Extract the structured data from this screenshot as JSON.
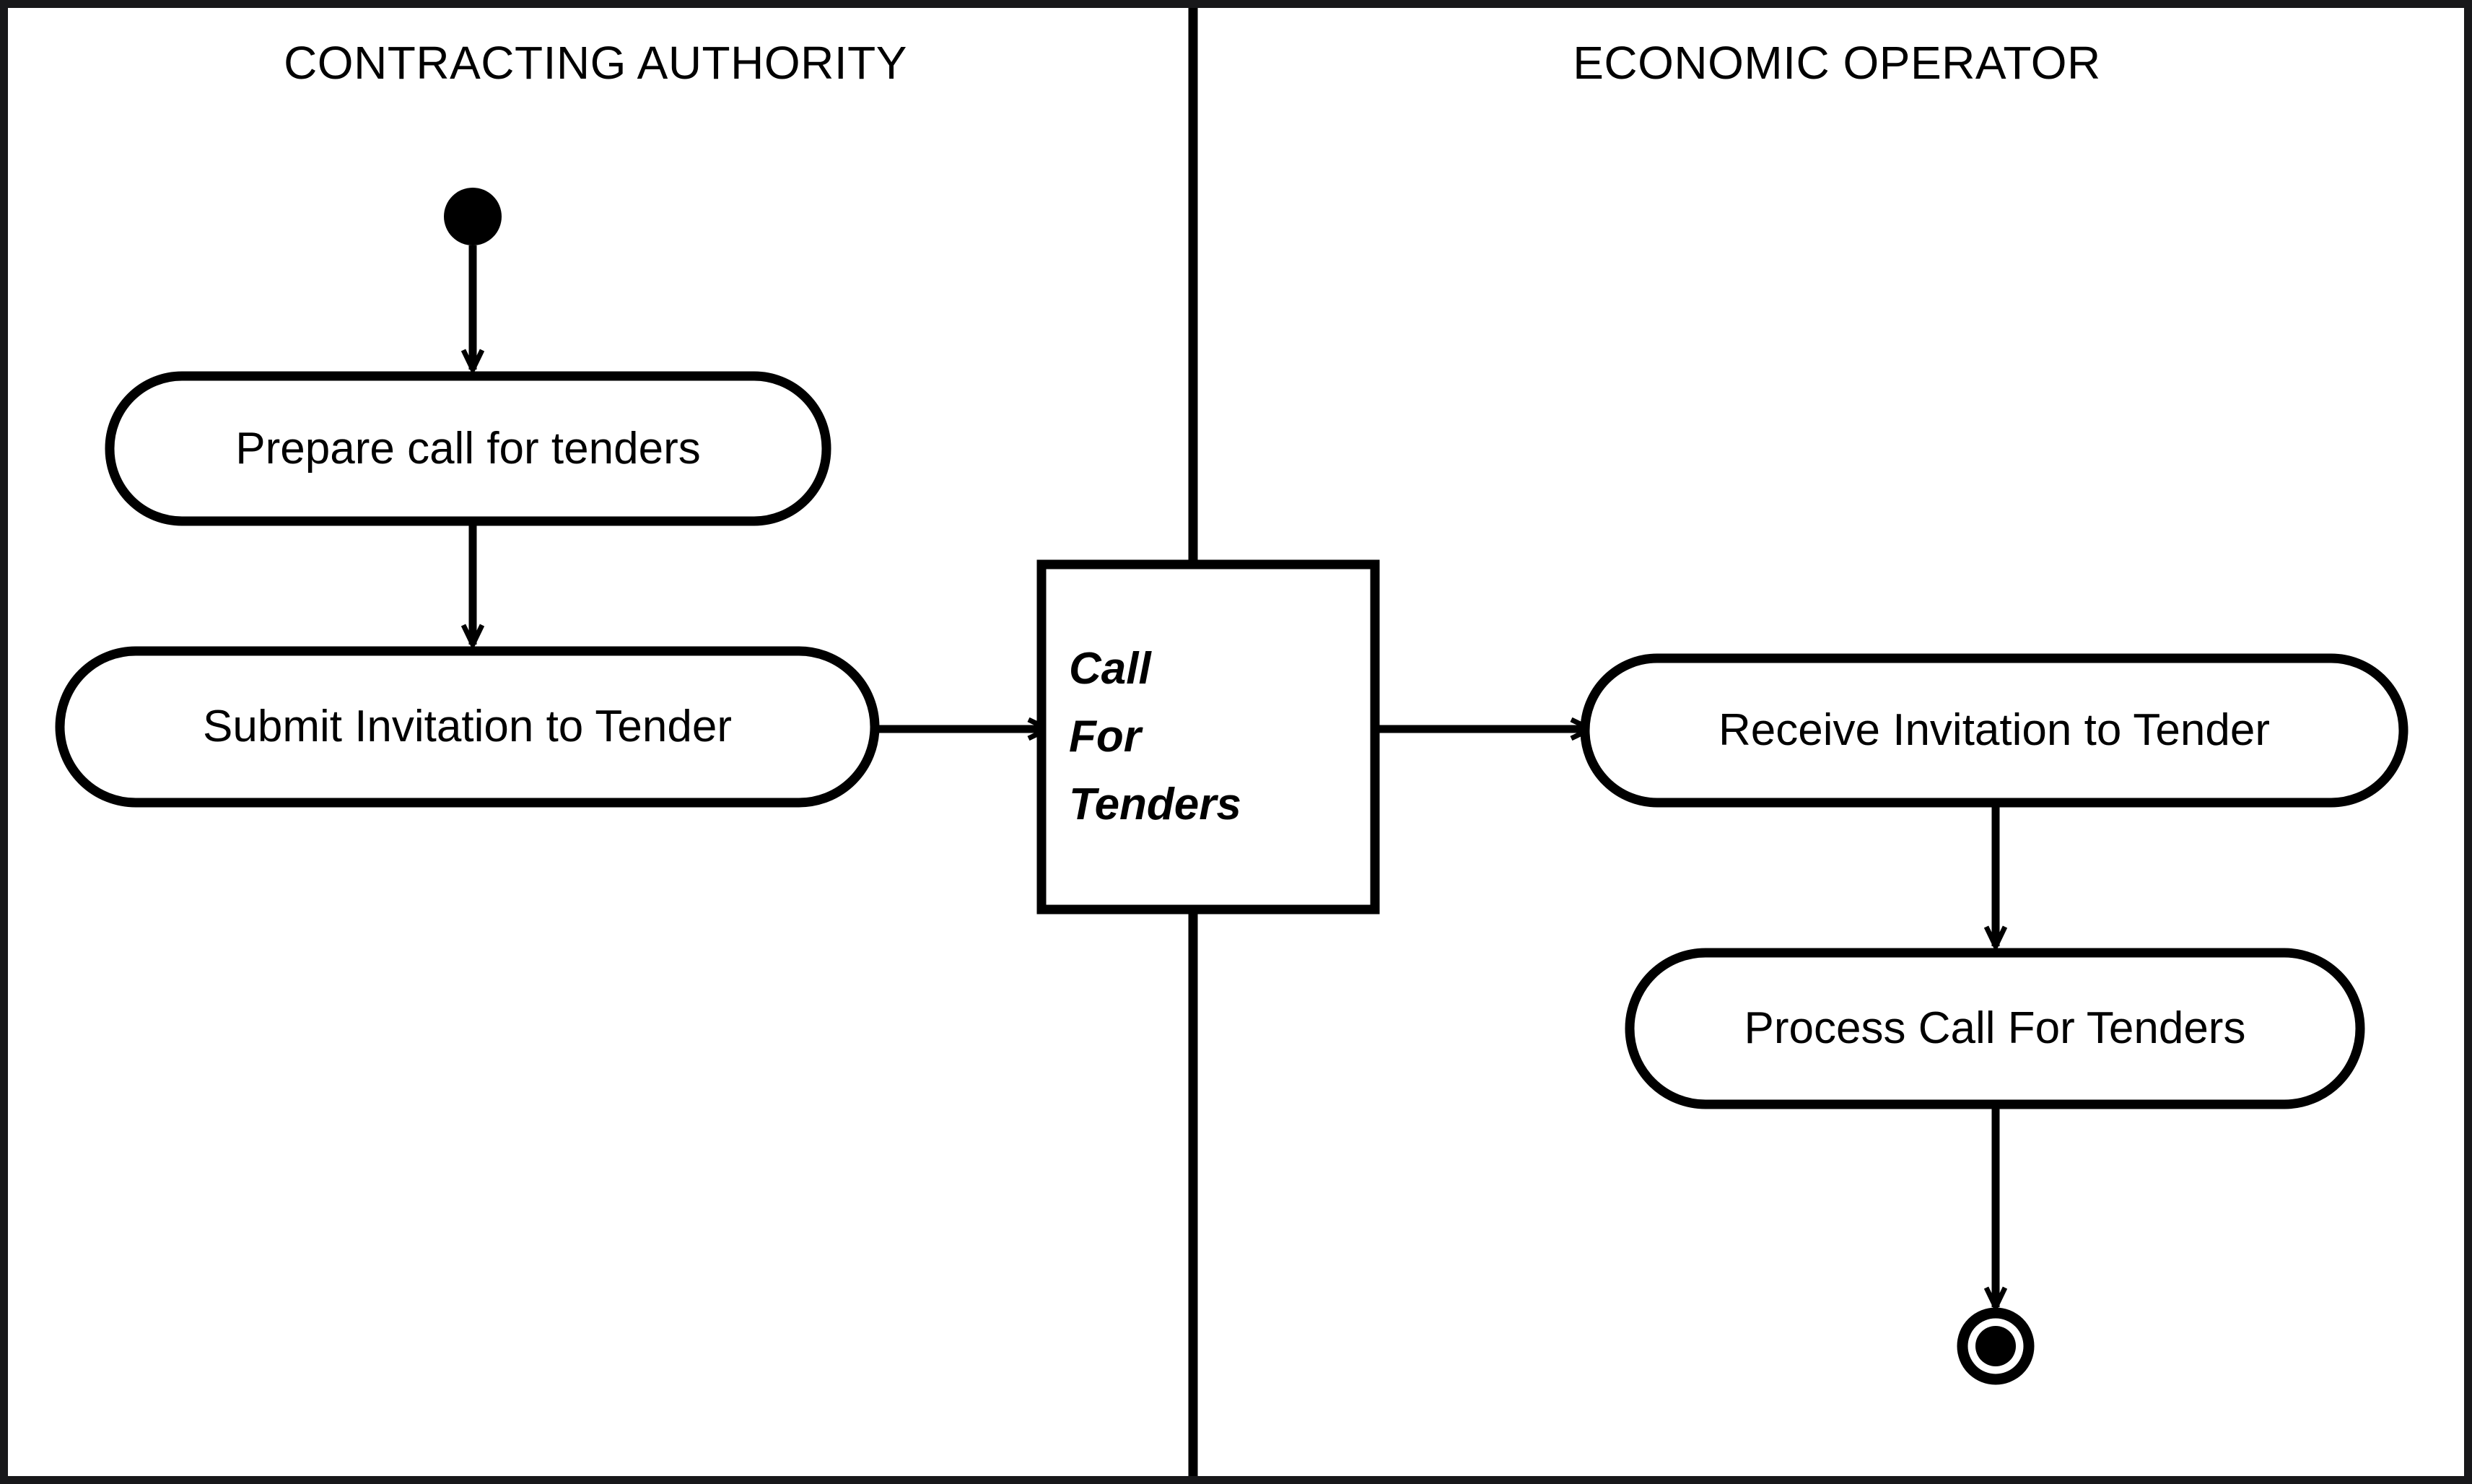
{
  "diagram": {
    "type": "uml-activity-diagram-with-swimlanes",
    "title": "Call For Tenders exchange between Contracting Authority and Economic Operator",
    "stroke_color": "#000000",
    "frame_color": "#18181a",
    "background_color": "#ffffff"
  },
  "lanes": [
    {
      "id": "contracting-authority",
      "title": "CONTRACTING AUTHORITY"
    },
    {
      "id": "economic-operator",
      "title": "ECONOMIC OPERATOR"
    }
  ],
  "nodes": {
    "initial": {
      "kind": "initial-node",
      "label": ""
    },
    "prepare_call": {
      "kind": "action",
      "label": "Prepare call for tenders"
    },
    "submit_invitation": {
      "kind": "action",
      "label": "Submit Invitation to Tender"
    },
    "object_call_for_tenders": {
      "kind": "object-node",
      "label": "Call For Tenders",
      "lines": [
        "Call",
        "For",
        "Tenders"
      ]
    },
    "receive_invitation": {
      "kind": "action",
      "label": "Receive Invitation to Tender"
    },
    "process_call": {
      "kind": "action",
      "label": "Process Call For Tenders"
    },
    "final": {
      "kind": "activity-final-node",
      "label": ""
    }
  },
  "edges": [
    {
      "from": "initial",
      "to": "prepare_call",
      "label": ""
    },
    {
      "from": "prepare_call",
      "to": "submit_invitation",
      "label": ""
    },
    {
      "from": "submit_invitation",
      "to": "object_call_for_tenders",
      "label": ""
    },
    {
      "from": "object_call_for_tenders",
      "to": "receive_invitation",
      "label": ""
    },
    {
      "from": "receive_invitation",
      "to": "process_call",
      "label": ""
    },
    {
      "from": "process_call",
      "to": "final",
      "label": ""
    }
  ]
}
